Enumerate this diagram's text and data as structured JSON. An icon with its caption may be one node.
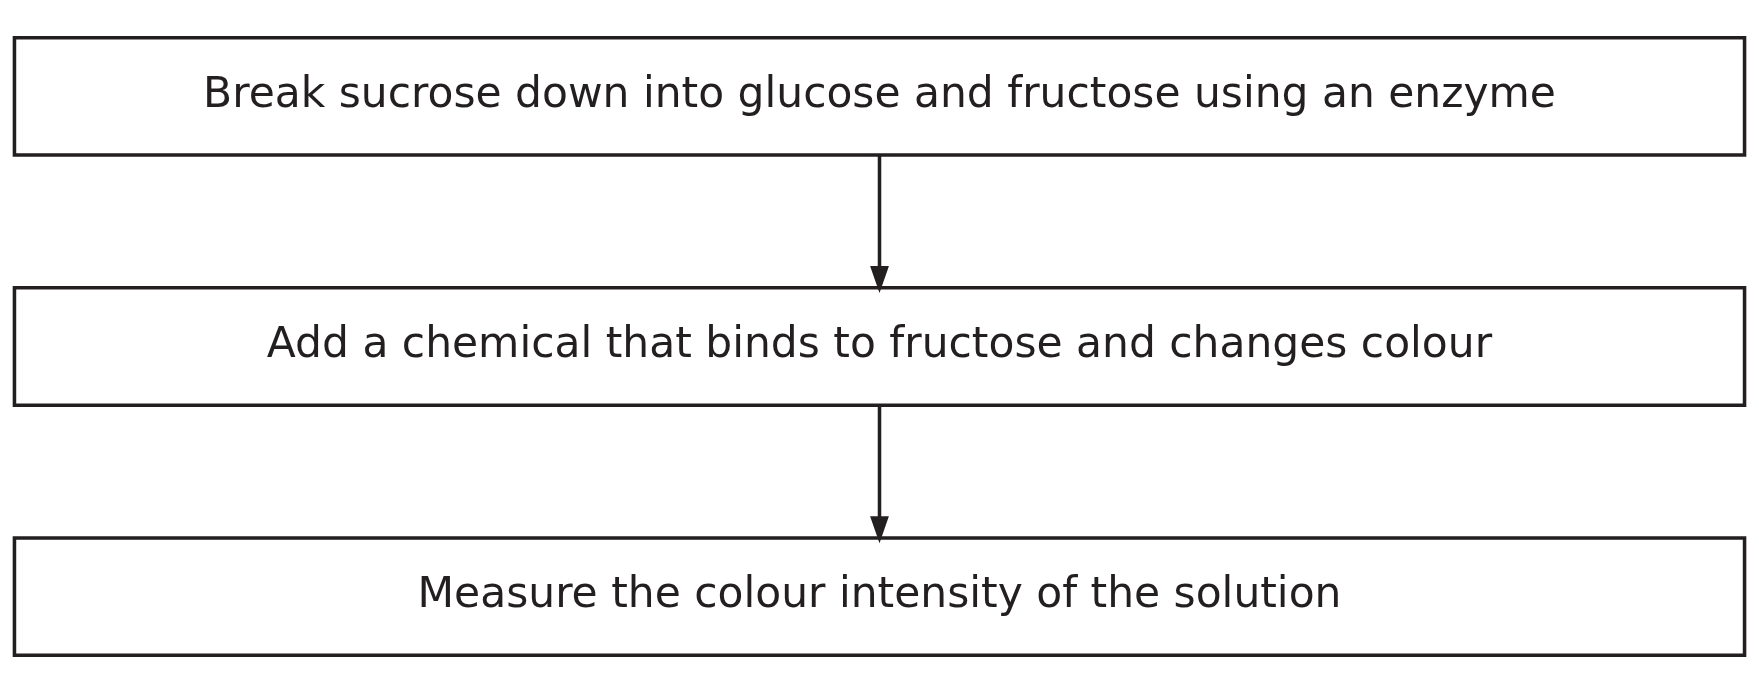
{
  "diagram": {
    "nodes": [
      {
        "text": [
          "Break sucrose down into glucose and fructose using an enzyme"
        ]
      },
      {
        "text": [
          "Add a chemical that binds to fructose and changes colour"
        ]
      },
      {
        "text": [
          "Measure the colour intensity of the solution"
        ]
      }
    ],
    "edges": [
      {
        "from": 0,
        "to": 1,
        "arrow": "to"
      },
      {
        "from": 1,
        "to": 2,
        "arrow": "to"
      }
    ]
  }
}
